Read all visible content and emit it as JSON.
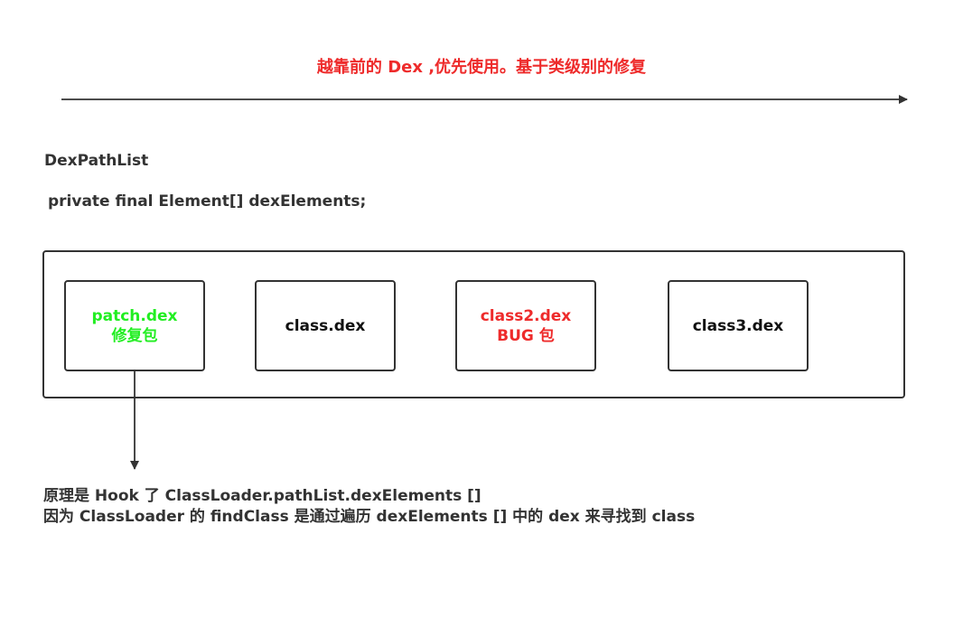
{
  "heading": "越靠前的 Dex ,优先使用。基于类级别的修复",
  "class_name": "DexPathList",
  "field_decl": "private final Element[] dexElements;",
  "boxes": [
    {
      "line1": "patch.dex",
      "line2": "修复包",
      "color": "#22ee22"
    },
    {
      "line1": "class.dex",
      "line2": "",
      "color": "#111111"
    },
    {
      "line1": "class2.dex",
      "line2": "BUG 包",
      "color": "#ee2b2b"
    },
    {
      "line1": "class3.dex",
      "line2": "",
      "color": "#111111"
    }
  ],
  "note": {
    "line1": "原理是 Hook 了 ClassLoader.pathList.dexElements []",
    "line2": "因为 ClassLoader 的 findClass 是通过遍历 dexElements [] 中的 dex 来寻找到 class"
  },
  "colors": {
    "accent_red": "#ee2b2b",
    "accent_green": "#22ee22",
    "stroke": "#333333"
  }
}
